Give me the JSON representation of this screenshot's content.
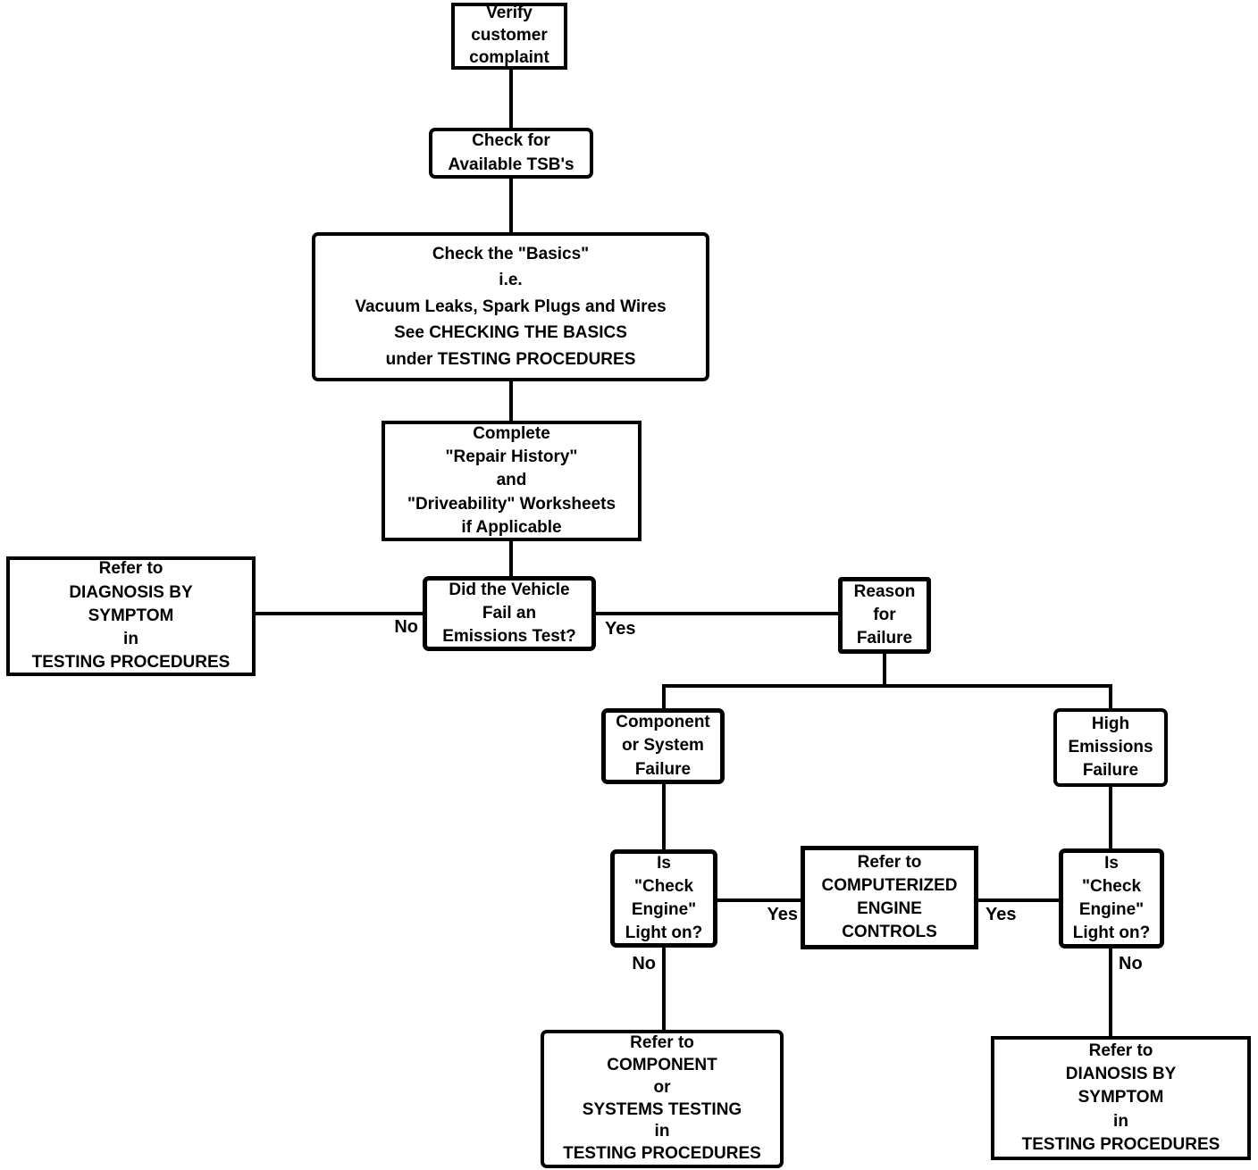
{
  "diagram": {
    "type": "flowchart",
    "title": "Emissions failure diagnostic flowchart",
    "colors": {
      "line": "#000000",
      "background": "#ffffff",
      "text": "#000000"
    },
    "nodes": {
      "verify": {
        "text": "Verify\ncustomer\ncomplaint"
      },
      "tsb": {
        "text": "Check for\nAvailable TSB's"
      },
      "basics": {
        "text": "Check the \"Basics\"\ni.e.\nVacuum Leaks, Spark Plugs and Wires\nSee CHECKING THE BASICS\nunder TESTING PROCEDURES"
      },
      "worksheets": {
        "text": "Complete\n\"Repair History\"\nand\n\"Driveability\" Worksheets\nif Applicable"
      },
      "diagnosis_by_symptom": {
        "text": "Refer to\nDIAGNOSIS BY\nSYMPTOM\nin\nTESTING PROCEDURES"
      },
      "emissions_test": {
        "text": "Did the Vehicle\nFail an\nEmissions Test?"
      },
      "reason_for_failure": {
        "text": "Reason\nfor\nFailure"
      },
      "component_failure": {
        "text": "Component\nor System\nFailure"
      },
      "high_emissions": {
        "text": "High\nEmissions\nFailure"
      },
      "check_engine_left": {
        "text": "Is\n\"Check\nEngine\"\nLight on?"
      },
      "computerized": {
        "text": "Refer to\nCOMPUTERIZED\nENGINE\nCONTROLS"
      },
      "check_engine_right": {
        "text": "Is\n\"Check\nEngine\"\nLight on?"
      },
      "component_testing": {
        "text": "Refer to\nCOMPONENT\nor\nSYSTEMS TESTING\nin\nTESTING PROCEDURES"
      },
      "dianosis_by_symptom": {
        "text": "Refer to\nDIANOSIS BY\nSYMPTOM\nin\nTESTING PROCEDURES"
      }
    },
    "edge_labels": {
      "emissions_no": "No",
      "emissions_yes": "Yes",
      "check_left_yes": "Yes",
      "check_left_no": "No",
      "check_right_yes": "Yes",
      "check_right_no": "No"
    }
  }
}
